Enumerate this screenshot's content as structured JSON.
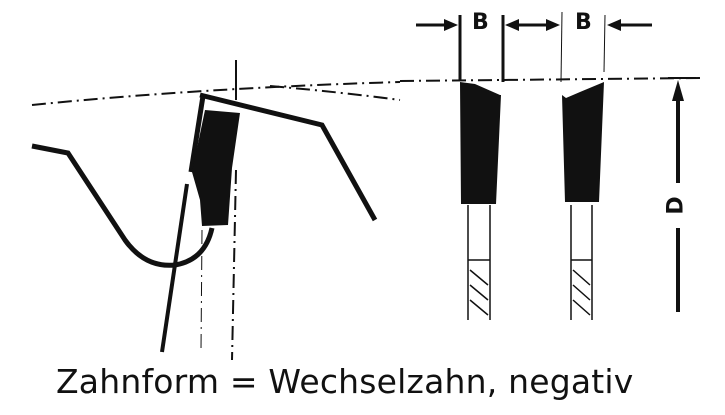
{
  "labels": {
    "width_left": "B",
    "width_right": "B",
    "diameter": "D"
  },
  "caption": "Zahnform = Wechselzahn, negativ",
  "colors": {
    "ink": "#111111",
    "background": "#ffffff"
  }
}
